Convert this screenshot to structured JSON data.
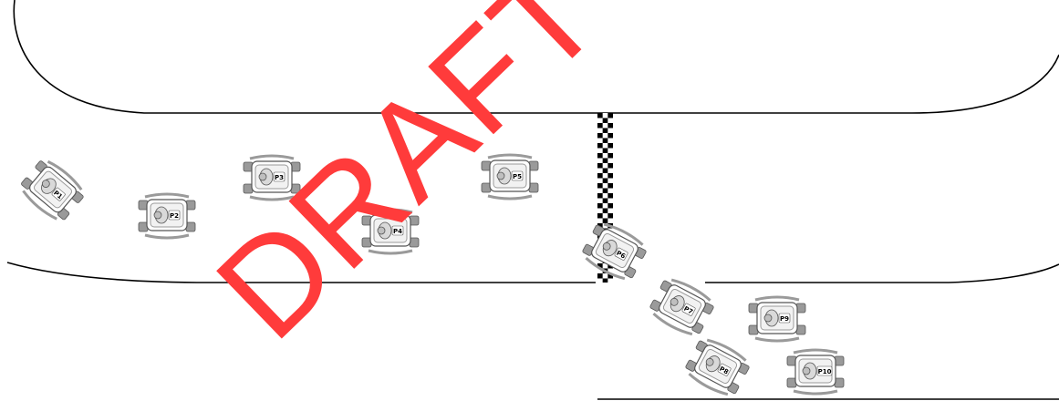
{
  "diagram": {
    "karts": [
      {
        "label": "P1"
      },
      {
        "label": "P2"
      },
      {
        "label": "P3"
      },
      {
        "label": "P4"
      },
      {
        "label": "P5"
      },
      {
        "label": "P6"
      },
      {
        "label": "P7"
      },
      {
        "label": "P8"
      },
      {
        "label": "P9"
      },
      {
        "label": "P10"
      }
    ],
    "watermark": {
      "text": "DRAFT C",
      "color": "#ff3b3b"
    }
  }
}
